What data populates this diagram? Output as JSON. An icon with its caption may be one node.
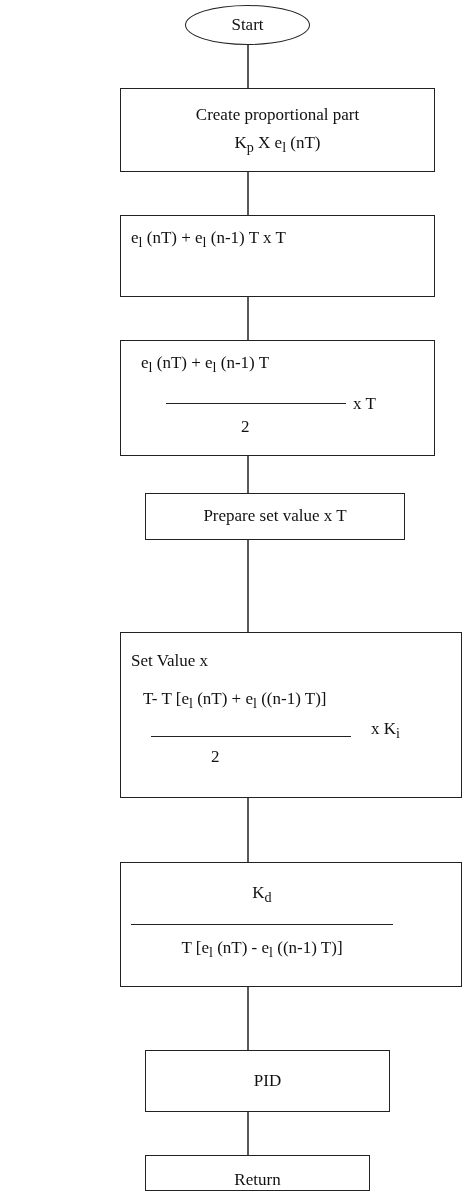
{
  "diagram": {
    "nodes": [
      {
        "text": [
          "Start"
        ]
      },
      {
        "text": [
          "Create proportional part",
          "K$_{p}$ X e$_{l}$ (nT)"
        ]
      },
      {
        "text": [
          "e$_{l}$ (nT) + e$_{l}$ (n-1) T x T"
        ]
      },
      {
        "text": [
          "e$_{l}$ (nT) + e$_{l}$ (n-1) T",
          "x T",
          "2"
        ]
      },
      {
        "text": [
          "Prepare set value x T"
        ]
      },
      {
        "text": [
          "Set Value x",
          "T- T [e$_{l}$ (nT) + e$_{l}$ ((n-1) T)]",
          "x K$_{i}$",
          "2"
        ]
      },
      {
        "text": [
          "K$_{d}$",
          "T [e$_{l}$ (nT) - e$_{l}$ ((n-1) T)]"
        ]
      },
      {
        "text": [
          "PID"
        ]
      },
      {
        "text": [
          "Return"
        ]
      }
    ],
    "edges": [
      {
        "from": 0,
        "to": 1,
        "arrow": "none"
      },
      {
        "from": 1,
        "to": 2,
        "arrow": "none"
      },
      {
        "from": 2,
        "to": 3,
        "arrow": "none"
      },
      {
        "from": 3,
        "to": 4,
        "arrow": "none"
      },
      {
        "from": 4,
        "to": 5,
        "arrow": "none"
      },
      {
        "from": 5,
        "to": 6,
        "arrow": "none"
      },
      {
        "from": 6,
        "to": 7,
        "arrow": "none"
      },
      {
        "from": 7,
        "to": 8,
        "arrow": "none"
      }
    ]
  }
}
